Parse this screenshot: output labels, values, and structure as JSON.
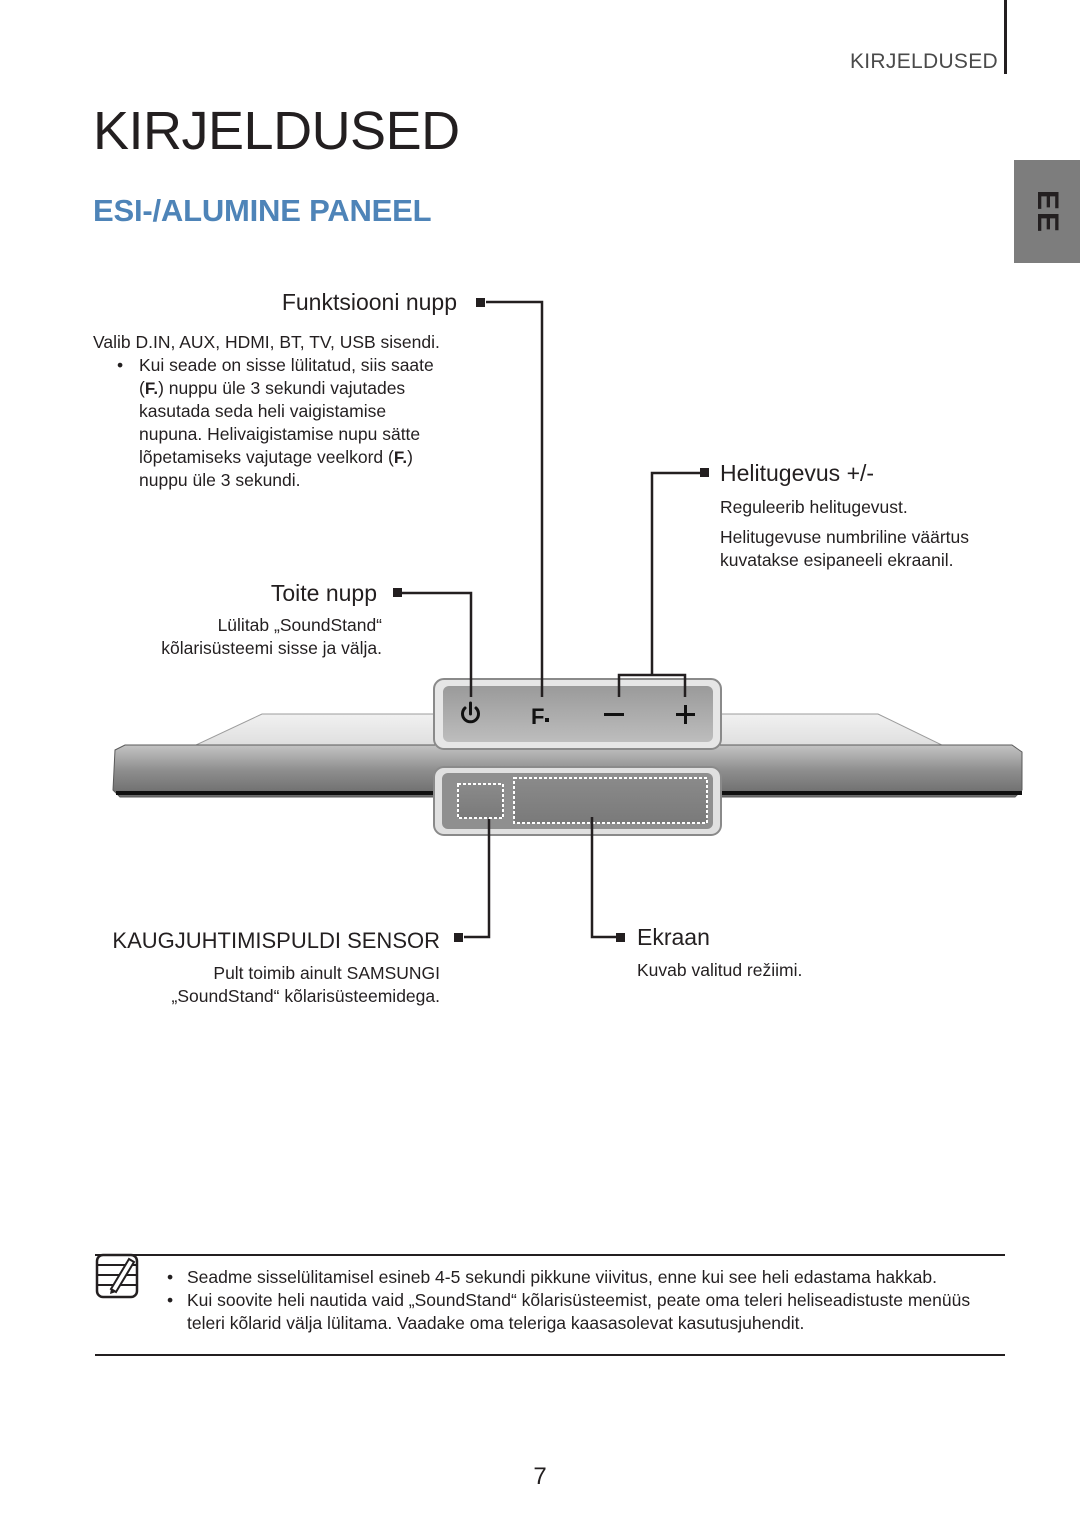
{
  "header": {
    "label": "KIRJELDUSED"
  },
  "page_title": "KIRJELDUSED",
  "section_title": "ESI-/ALUMINE PANEEL",
  "lang_tab": "EE",
  "callouts": {
    "function": {
      "title": "Funktsiooni nupp",
      "text": "Valib D.IN, AUX, HDMI, BT, TV, USB sisendi.",
      "bullet_line1": "Kui seade on sisse lülitatud, siis saate",
      "bullet_line2_pre": "(",
      "bullet_line2_post": ") nuppu üle 3 sekundi vajutades",
      "bullet_line3": "kasutada seda heli vaigistamise",
      "bullet_line4": "nupuna. Helivaigistamise nupu sätte",
      "bullet_line5_pre": "lõpetamiseks vajutage veelkord (",
      "bullet_line5_post": ")",
      "bullet_line6": "nuppu üle 3 sekundi.",
      "f_symbol": "F."
    },
    "volume": {
      "title": "Helitugevus +/-",
      "text1": "Reguleerib helitugevust.",
      "text2_line1": "Helitugevuse numbriline väärtus",
      "text2_line2": "kuvatakse esipaneeli ekraanil."
    },
    "power": {
      "title": "Toite nupp",
      "text_line1": "Lülitab „SoundStand“",
      "text_line2": "kõlarisüsteemi sisse ja välja."
    },
    "sensor": {
      "title": "KAUGJUHTIMISPULDI SENSOR",
      "text_line1": "Pult toimib ainult SAMSUNGI",
      "text_line2": "„SoundStand“ kõlarisüsteemidega."
    },
    "display": {
      "title": "Ekraan",
      "text": "Kuvab valitud režiimi."
    }
  },
  "device_buttons": {
    "function_label": "F."
  },
  "notes": [
    "Seadme sisselülitamisel esineb 4-5 sekundi pikkune viivitus, enne kui see heli edastama hakkab.",
    "Kui soovite heli nautida vaid „SoundStand“ kõlarisüsteemist, peate oma teleri heliseadistuste menüüs teleri kõlarid välja lülitama. Vaadake oma teleriga kaasasolevat kasutusjuhendit."
  ],
  "page_number": "7"
}
